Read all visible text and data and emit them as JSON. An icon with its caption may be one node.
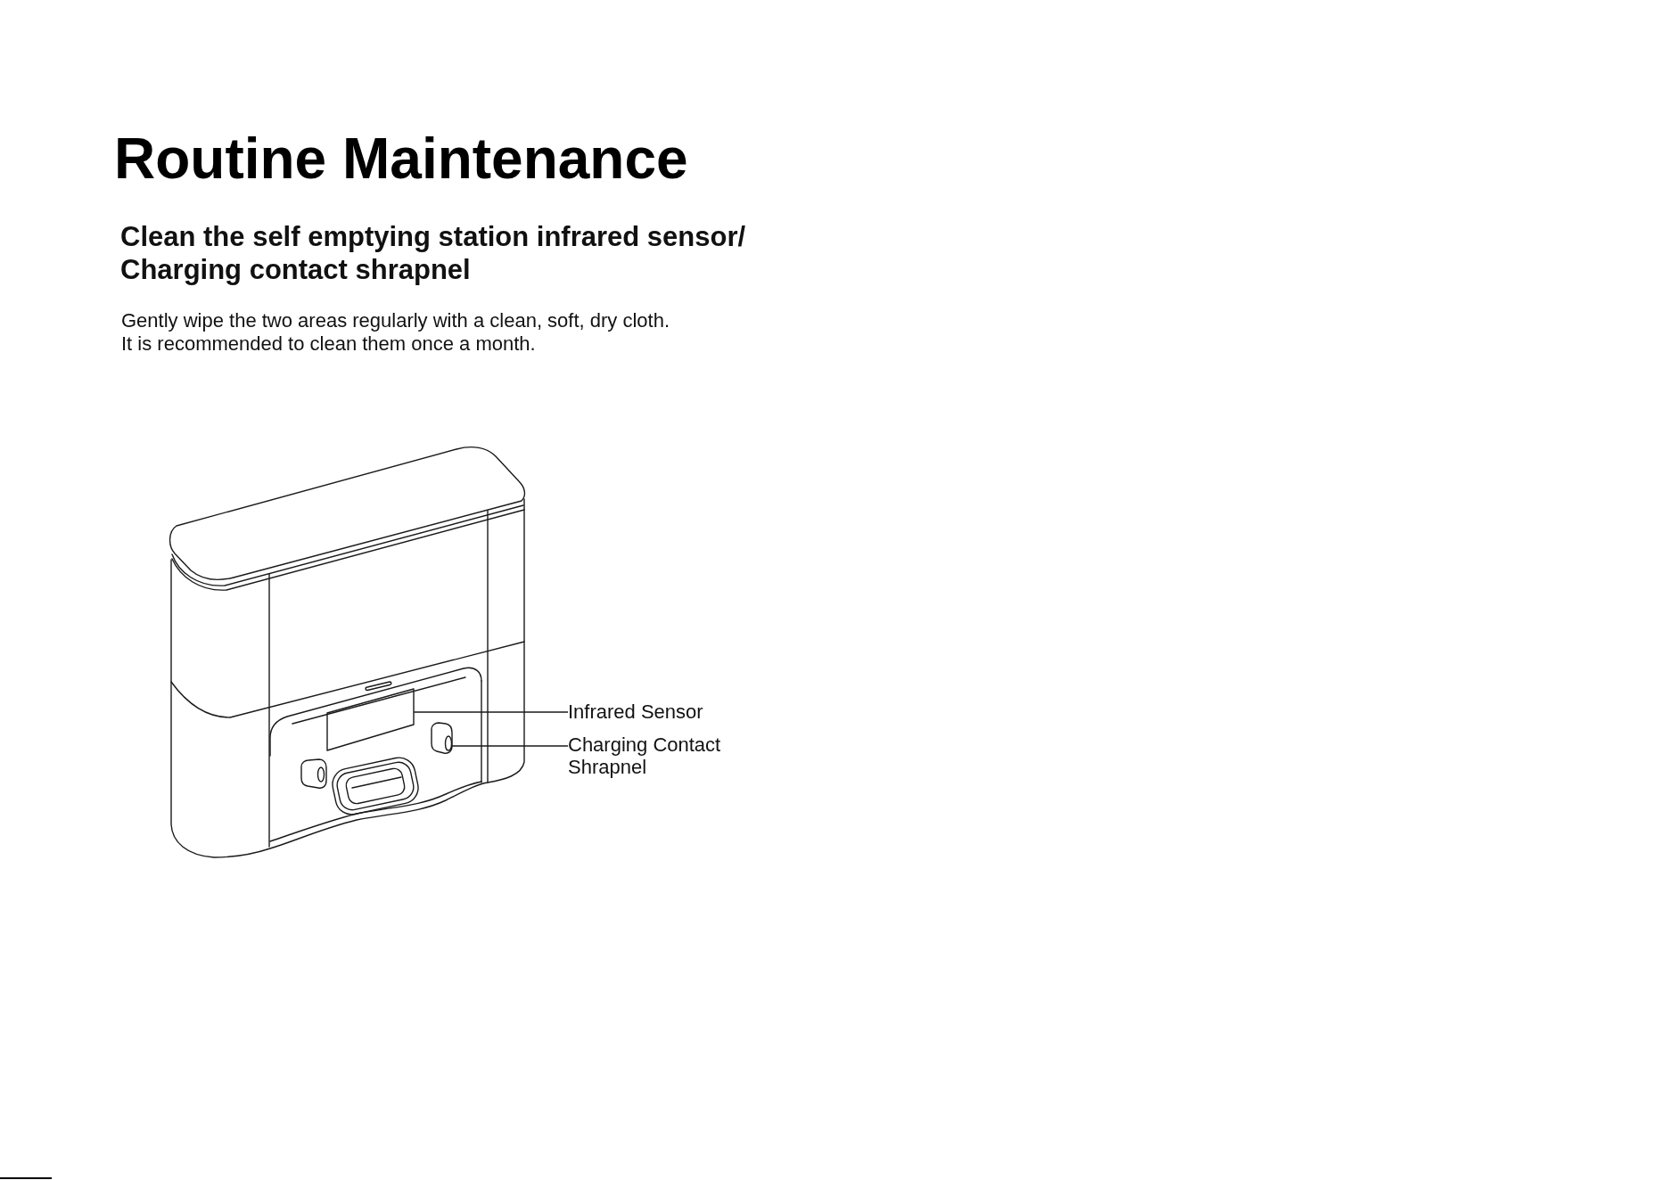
{
  "diagram": {
    "title": "Routine Maintenance",
    "nodes": [
      {
        "text": [
          "Infrared Sensor"
        ]
      },
      {
        "text": [
          "Charging Contact Shrapnel"
        ]
      },
      {
        "text": [],
        "shape": "box"
      },
      {
        "text": [],
        "shape": "picture"
      }
    ],
    "edges": [
      {
        "from": 0,
        "to": 2,
        "arrow": "none"
      },
      {
        "from": 1,
        "to": 3,
        "arrow": "none"
      }
    ],
    "labels": [
      "Clean the self emptying station infrared sensor/ Charging contact shrapnel",
      "Gently wipe the two areas regularly with a clean, soft, dry cloth. It is recommended to clean them once a month."
    ]
  }
}
